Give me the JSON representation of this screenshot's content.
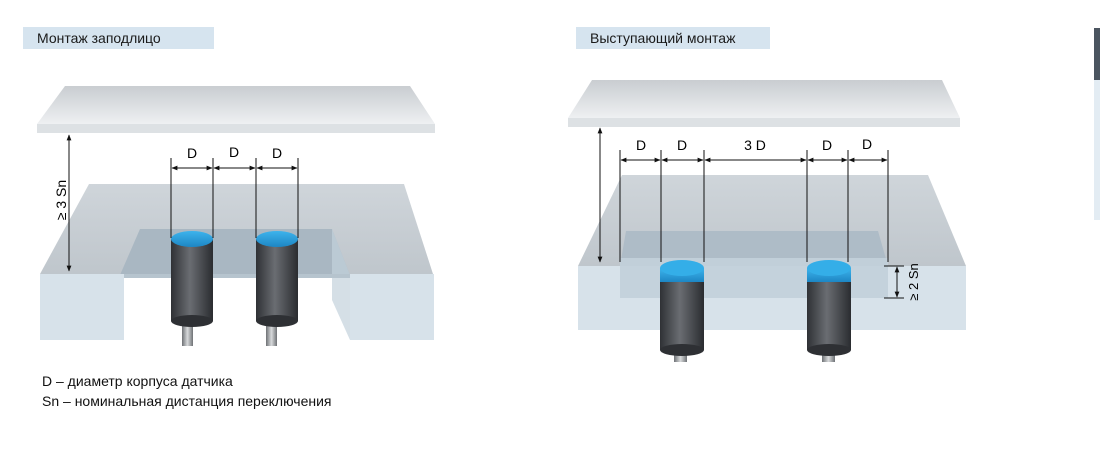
{
  "left_title": "Монтаж заподлицо",
  "right_title": "Выступающий монтаж",
  "left_dims": [
    "D",
    "D",
    "D"
  ],
  "left_clearance": "≥ 3 Sn",
  "right_dims": [
    "D",
    "D",
    "3 D",
    "D",
    "D"
  ],
  "right_clearance": "≥ 2 Sn",
  "legend": [
    "D – диаметр корпуса датчика",
    "Sn – номинальная дистанция переключения"
  ],
  "colors": {
    "sensor_face": "#2aa0dc",
    "sensor_body": "#4a4d52",
    "label_bg": "#d6e4ef",
    "scrollbar": "#4b5560"
  }
}
